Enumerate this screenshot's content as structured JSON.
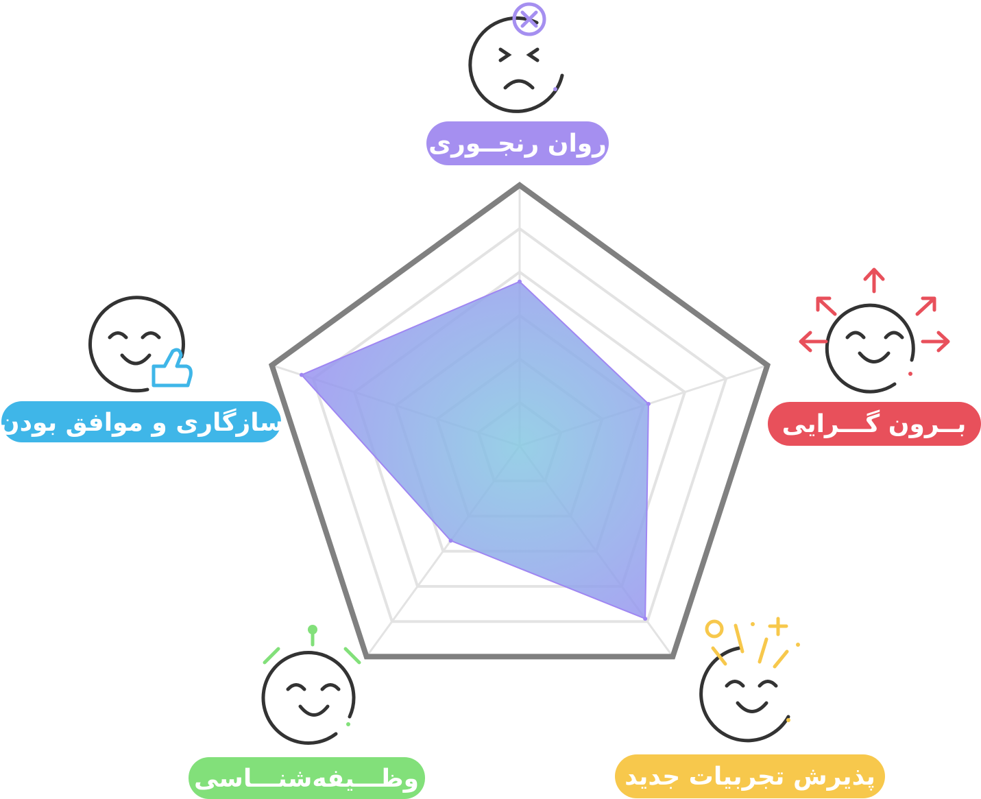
{
  "chart_data": {
    "type": "radar",
    "axes": [
      {
        "key": "neuroticism",
        "label": "روان رنجــوری",
        "value": 0.63,
        "color": "#a58ff0"
      },
      {
        "key": "extraversion",
        "label": "بــرون گـــرایی",
        "value": 0.52,
        "color": "#e8505b"
      },
      {
        "key": "openness",
        "label": "پذیرش تجربیات جدید",
        "value": 0.82,
        "color": "#f7c84c"
      },
      {
        "key": "conscientiousness",
        "label": "وظـــیفه‌شنـــاسی",
        "value": 0.45,
        "color": "#82e07a"
      },
      {
        "key": "agreeableness",
        "label": "سازگاری و موافق بودن",
        "value": 0.88,
        "color": "#3fb6e8"
      }
    ],
    "scale": {
      "min": 0,
      "max": 1,
      "rings": 6
    },
    "fill_gradient": [
      "#86c8e2",
      "#9e84f4"
    ],
    "grid_color": "#e3e3e3",
    "outer_color": "#808080"
  }
}
